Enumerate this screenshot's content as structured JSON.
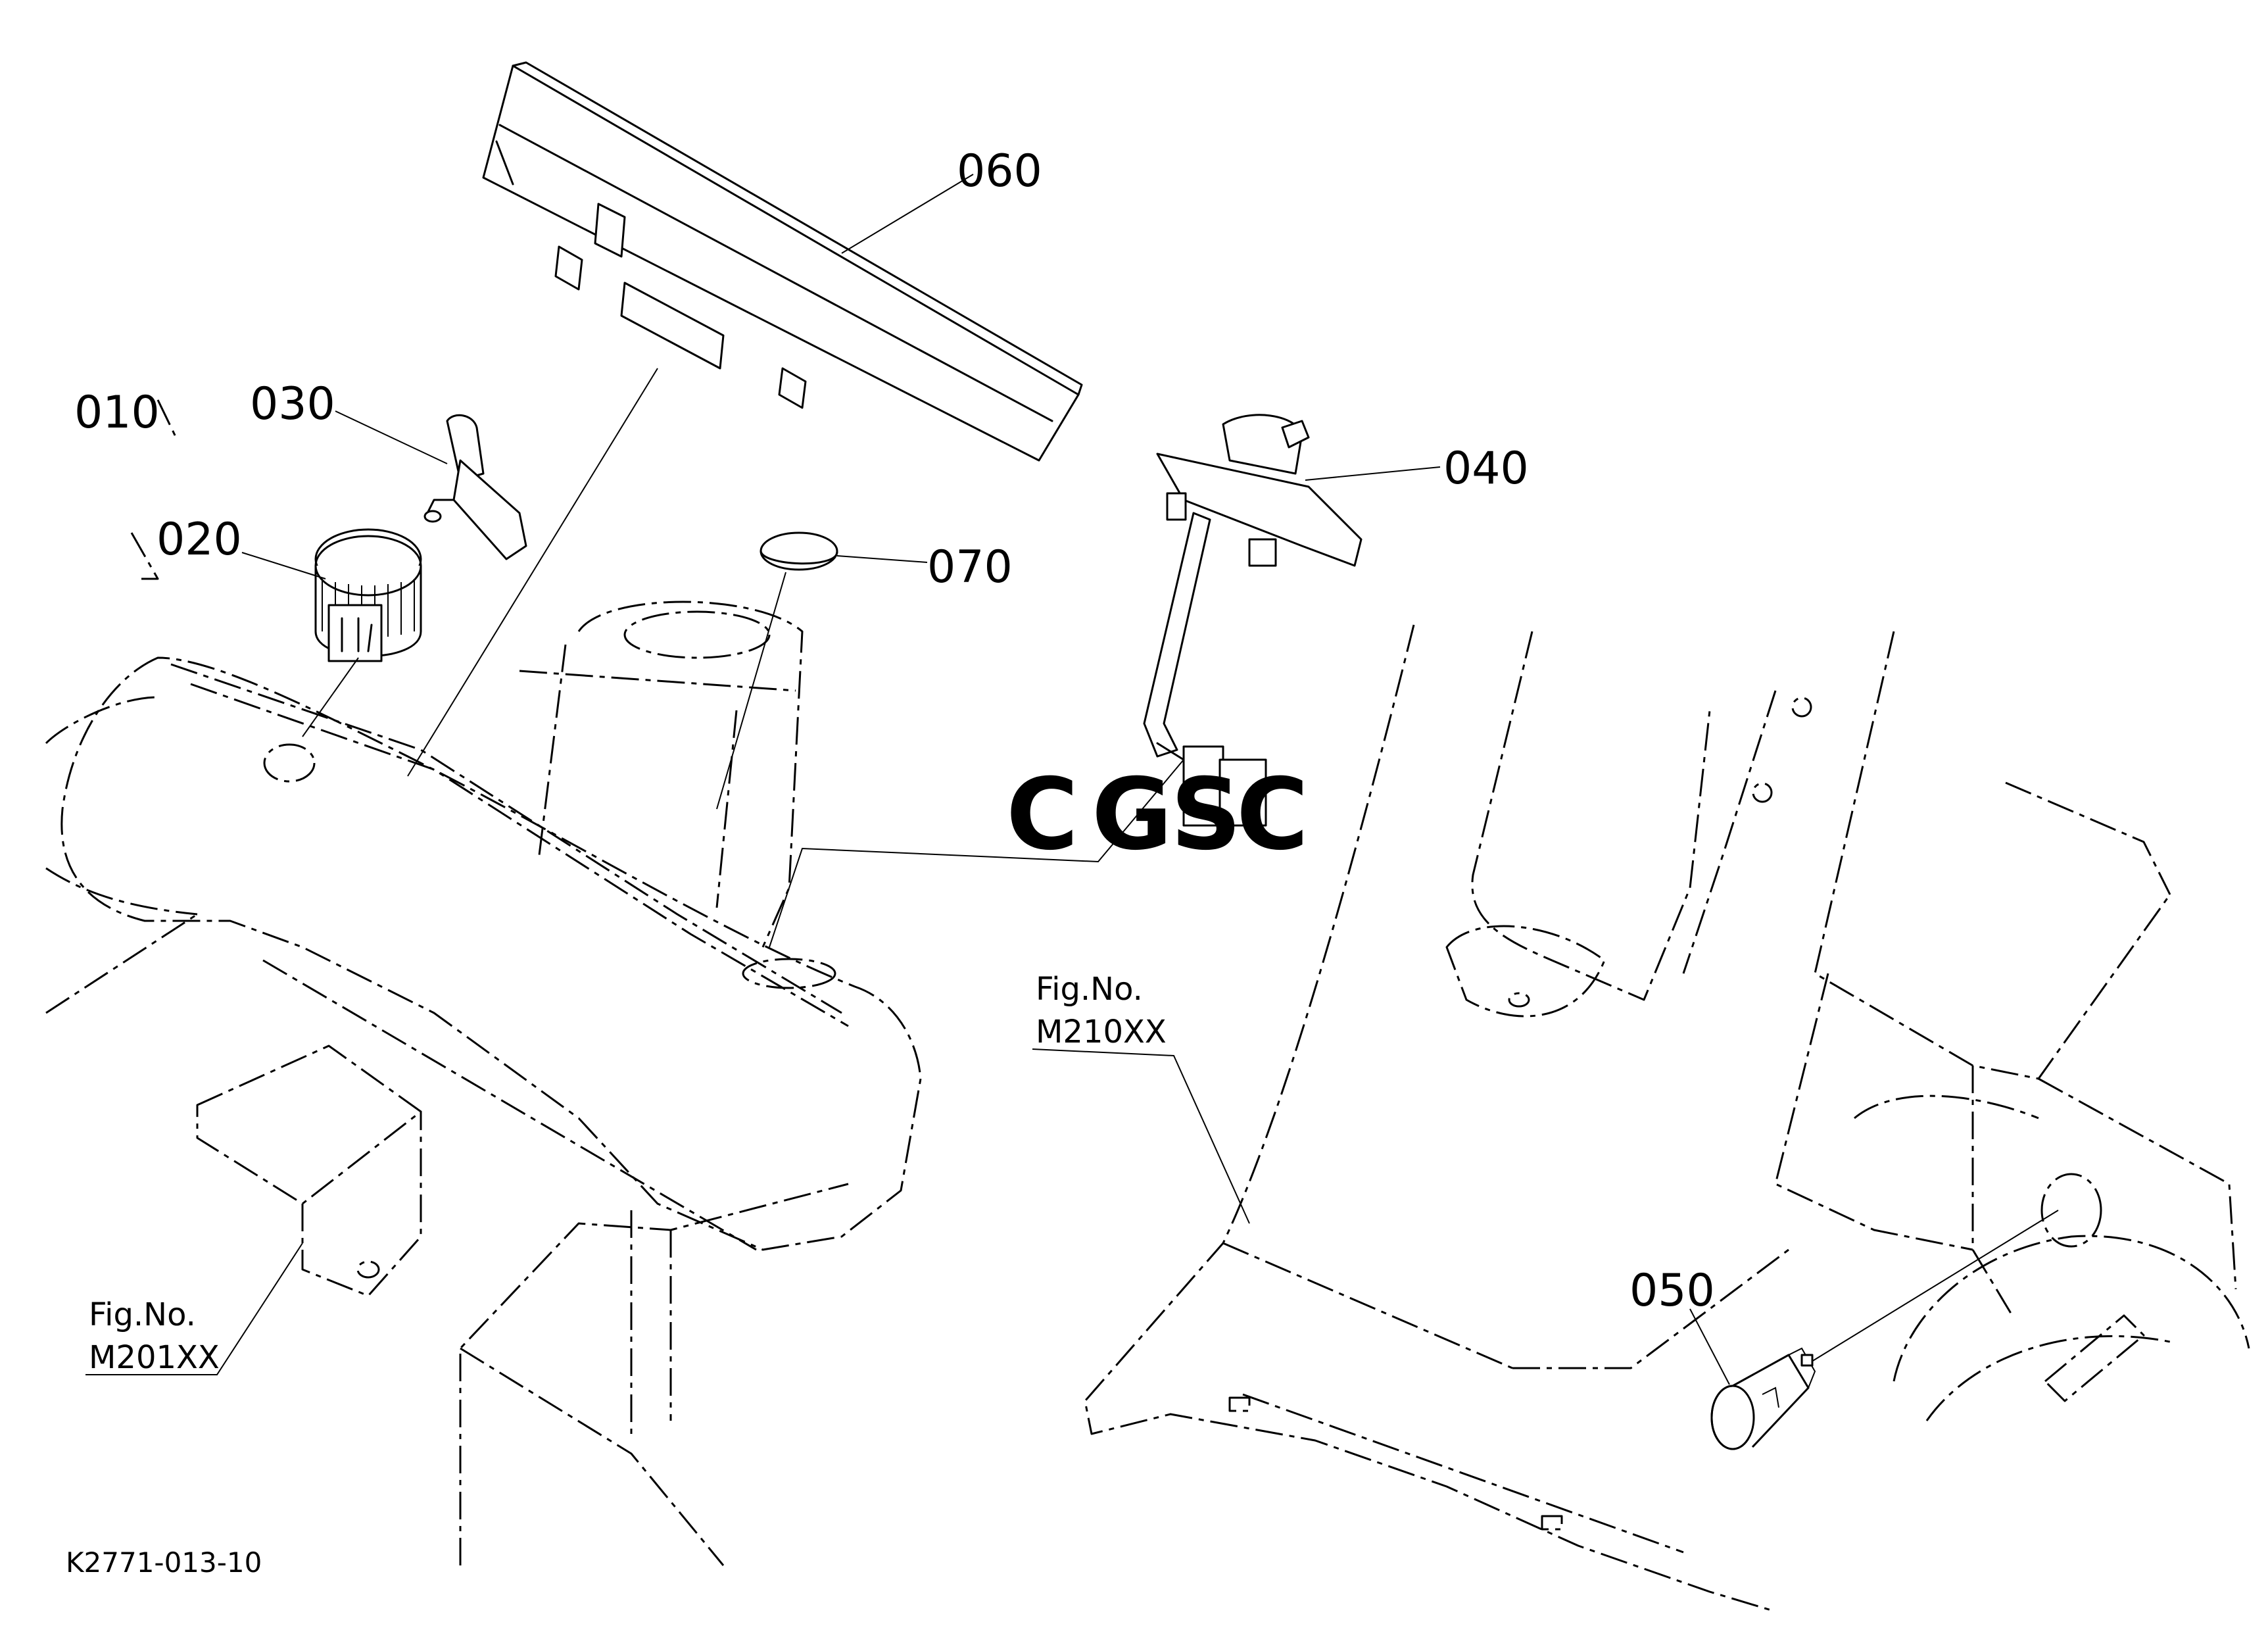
{
  "diagram": {
    "callouts": {
      "p010": "010",
      "p020": "020",
      "p030": "030",
      "p040": "040",
      "p050": "050",
      "p060": "060",
      "p070": "070"
    },
    "references": {
      "left": {
        "line1": "Fig.No.",
        "line2": "M201XX"
      },
      "right": {
        "line1": "Fig.No.",
        "line2": "M210XX"
      }
    },
    "drawing_code": "K2771-013-10",
    "watermark": {
      "letters": [
        "C",
        "G",
        "S",
        "C"
      ],
      "colors": [
        "#4f8ef0",
        "#ef6a6a",
        "#f4c84a",
        "#4fae72"
      ]
    }
  }
}
